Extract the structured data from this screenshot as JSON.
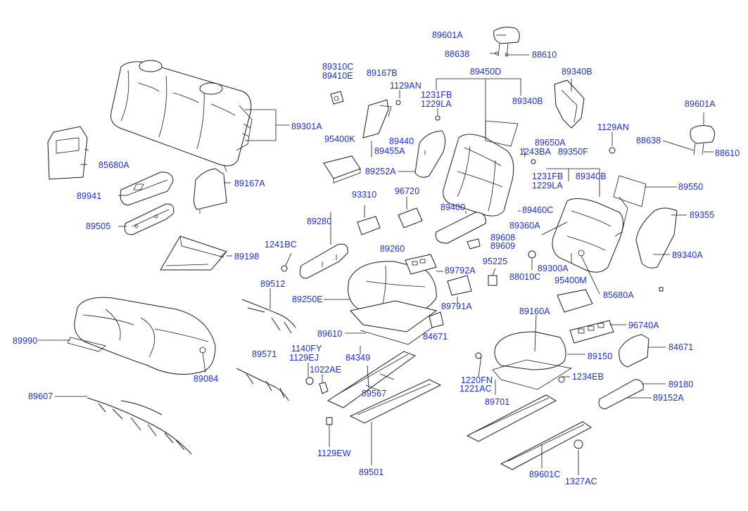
{
  "labels": [
    "89601A",
    "88638",
    "88610",
    "89310C",
    "89410E",
    "89167B",
    "89450D",
    "89340B",
    "1129AN",
    "1231FB",
    "1229LA",
    "89340B",
    "89301A",
    "89650A",
    "1243BA",
    "89350F",
    "95400K",
    "89440",
    "89455A",
    "89252A",
    "1129AN",
    "89601A",
    "88638",
    "88610",
    "85680A",
    "89167A",
    "93310",
    "96720",
    "1231FB",
    "1229LA",
    "89340B",
    "89941",
    "89400",
    "89460C",
    "89550",
    "89505",
    "89280",
    "89355",
    "89360A",
    "89608",
    "89609",
    "1241BC",
    "89198",
    "89260",
    "89792A",
    "95225",
    "88010C",
    "89300A",
    "89340A",
    "89512",
    "89250E",
    "95400M",
    "85680A",
    "89791A",
    "89160A",
    "89990",
    "89610",
    "84671",
    "96740A",
    "1140FY",
    "1129EJ",
    "84349",
    "84671",
    "89150",
    "89571",
    "1022AE",
    "1220FN",
    "1221AC",
    "1234EB",
    "89084",
    "89567",
    "89180",
    "89607",
    "89701",
    "89152A",
    "1129EW",
    "89501",
    "89601C",
    "1327AC"
  ]
}
